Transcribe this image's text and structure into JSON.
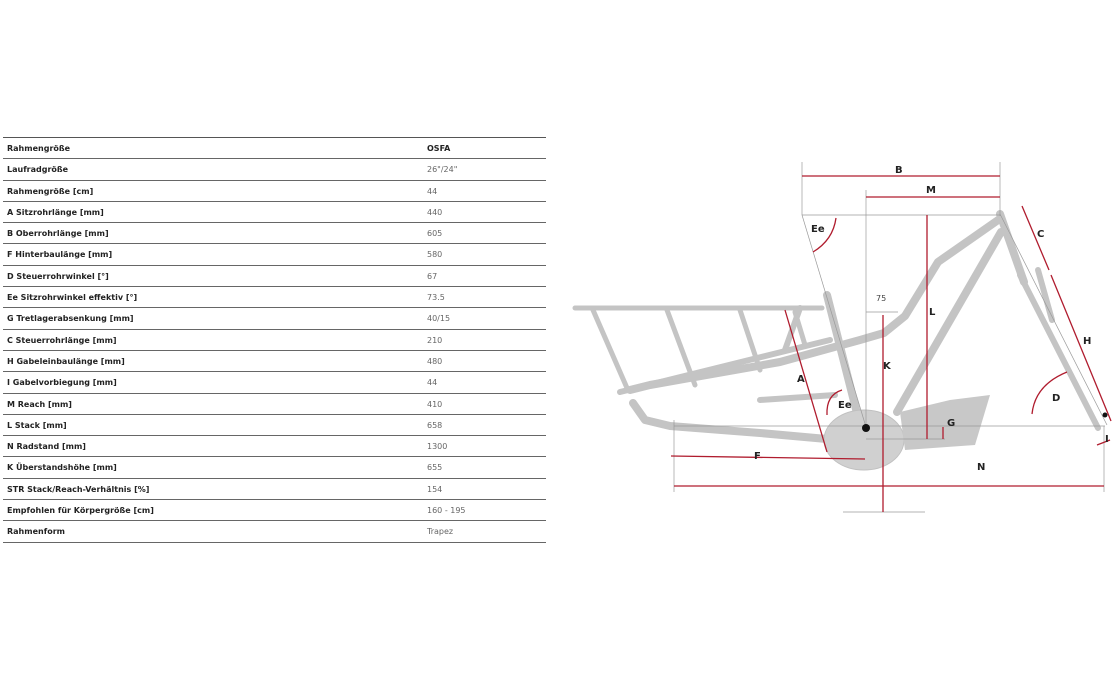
{
  "geometry_table": {
    "rows": [
      {
        "label": "Rahmengröße",
        "value": "OSFA"
      },
      {
        "label": "Laufradgröße",
        "value": "26\"/24\""
      },
      {
        "label": "Rahmengröße [cm]",
        "value": "44"
      },
      {
        "label": "A Sitzrohrlänge [mm]",
        "value": "440"
      },
      {
        "label": "B Oberrohrlänge [mm]",
        "value": "605"
      },
      {
        "label": "F Hinterbaulänge [mm]",
        "value": "580"
      },
      {
        "label": "D Steuerrohrwinkel [°]",
        "value": "67"
      },
      {
        "label": "Ee Sitzrohrwinkel effektiv [°]",
        "value": "73.5"
      },
      {
        "label": "G Tretlagerabsenkung [mm]",
        "value": "40/15"
      },
      {
        "label": "C Steuerrohrlänge [mm]",
        "value": "210"
      },
      {
        "label": "H Gabeleinbaulänge [mm]",
        "value": "480"
      },
      {
        "label": "I Gabelvorbiegung [mm]",
        "value": "44"
      },
      {
        "label": "M Reach [mm]",
        "value": "410"
      },
      {
        "label": "L Stack [mm]",
        "value": "658"
      },
      {
        "label": "N Radstand [mm]",
        "value": "1300"
      },
      {
        "label": "K Überstandshöhe [mm]",
        "value": "655"
      },
      {
        "label": "STR Stack/Reach-Verhältnis [%]",
        "value": "154"
      },
      {
        "label": "Empfohlen für Körpergröße [cm]",
        "value": "160 - 195"
      },
      {
        "label": "Rahmenform",
        "value": "Trapez"
      }
    ]
  },
  "diagram": {
    "labels": {
      "B": "B",
      "M": "M",
      "Ee_top": "Ee",
      "Ee_bottom": "Ee",
      "C": "C",
      "H": "H",
      "L": "L",
      "K": "K",
      "A": "A",
      "D": "D",
      "G": "G",
      "I": "I",
      "F": "F",
      "N": "N",
      "offset": "75"
    },
    "colors": {
      "dimension": "#b01c2e",
      "frame": "#c4c4c4"
    }
  }
}
